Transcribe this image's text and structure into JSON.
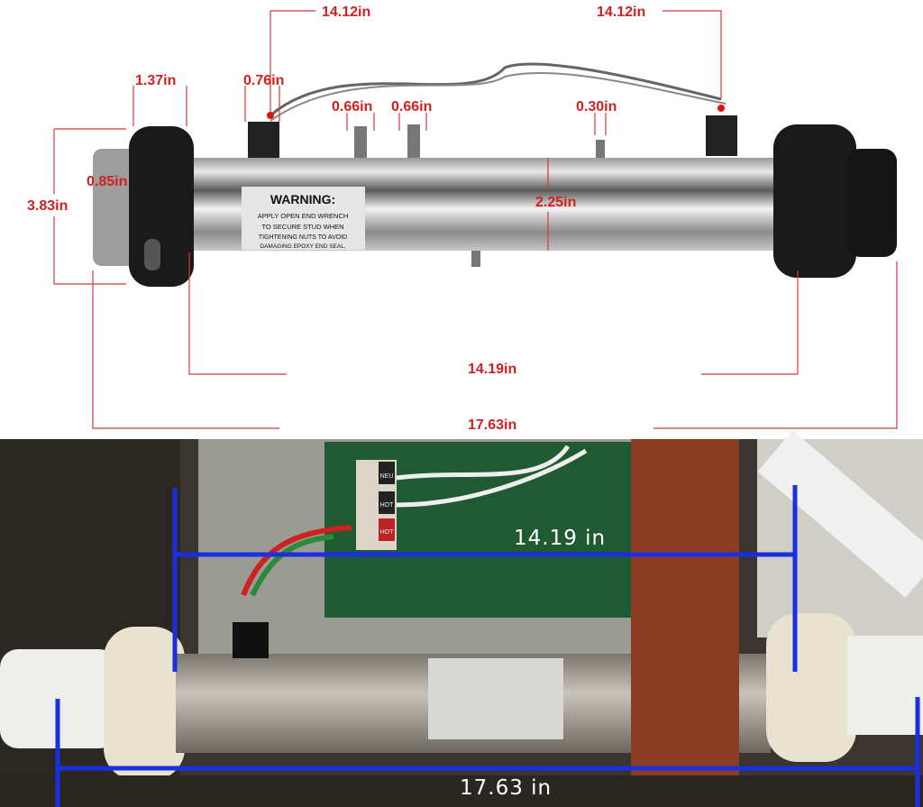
{
  "top_diagram": {
    "dimensions": {
      "wire_left_length": "14.12in",
      "wire_right_length": "14.12in",
      "union_width": "1.37in",
      "sensor_well": "0.76in",
      "stud_1": "0.66in",
      "stud_2": "0.66in",
      "small_stud": "0.30in",
      "inlet_offset": "0.85in",
      "union_diameter": "3.83in",
      "tube_diameter": "2.25in",
      "tube_length": "14.19in",
      "overall_length": "17.63in"
    },
    "warning_label": {
      "title": "WARNING:",
      "line1": "APPLY OPEN END WRENCH",
      "line2": "TO SECURE STUD WHEN",
      "line3": "TIGHTENING NUTS TO AVOID",
      "line4": "DAMAGING EPOXY END SEAL."
    },
    "colors": {
      "dimension": "#d21f1f",
      "union": "#1a1a1a",
      "tube": "#b8b8b8"
    }
  },
  "bottom_photo": {
    "dimensions": {
      "tube_length": "14.19 in",
      "overall_length": "17.63 in"
    },
    "panel_labels": [
      "NEU",
      "HOT",
      "HOT"
    ],
    "colors": {
      "measure_line": "#1a2fe0"
    }
  }
}
